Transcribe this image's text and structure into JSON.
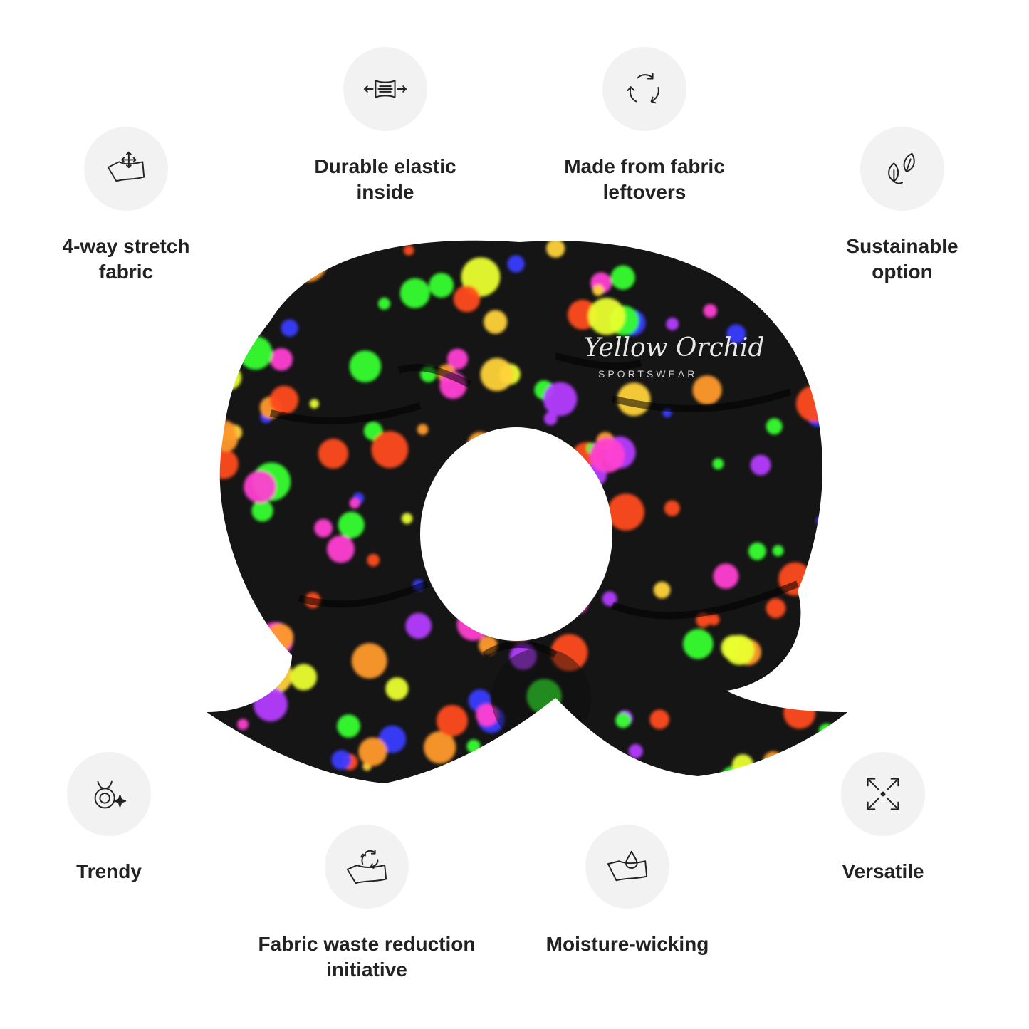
{
  "features": {
    "stretch": {
      "label": "4-way stretch\nfabric",
      "icon": "four-way-stretch-icon"
    },
    "elastic": {
      "label": "Durable elastic\ninside",
      "icon": "elastic-band-icon"
    },
    "leftovers": {
      "label": "Made from fabric\nleftovers",
      "icon": "recycle-arrows-icon"
    },
    "sustain": {
      "label": "Sustainable\noption",
      "icon": "leaves-icon"
    },
    "trendy": {
      "label": "Trendy",
      "icon": "trendy-bow-icon"
    },
    "waste": {
      "label": "Fabric waste reduction\ninitiative",
      "icon": "fabric-recycle-icon"
    },
    "moisture": {
      "label": "Moisture-wicking",
      "icon": "water-drop-icon"
    },
    "versatile": {
      "label": "Versatile",
      "icon": "expand-arrows-icon"
    }
  },
  "product": {
    "type": "scrunchie",
    "logo_text": "Yellow Orchid",
    "logo_subtext": "SPORTSWEAR",
    "colors": {
      "base": "#151515",
      "dots": [
        "#ff3fd2",
        "#36ff2e",
        "#ffd23a",
        "#3a3cff",
        "#e9ff2e",
        "#ff4b1e",
        "#b43bff",
        "#ff9a2a"
      ]
    }
  }
}
